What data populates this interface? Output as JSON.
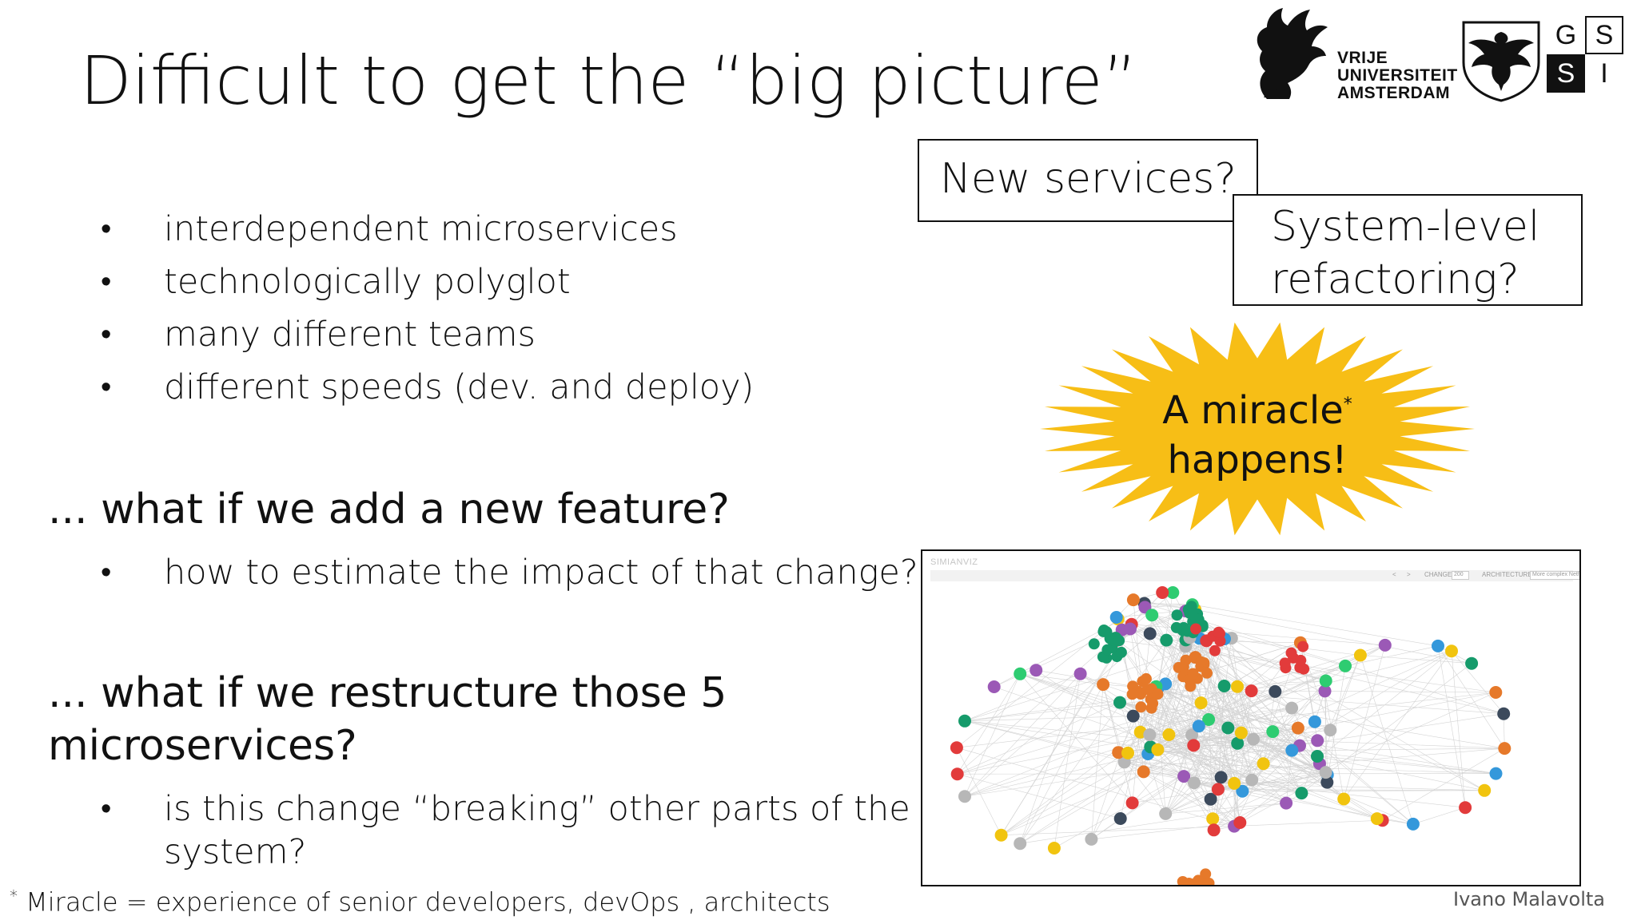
{
  "slide": {
    "title": "Difficult to get the “big picture”"
  },
  "logos": {
    "vu_line1": "VRIJE",
    "vu_line2": "UNIVERSITEIT",
    "vu_line3": "AMSTERDAM",
    "gssi": [
      "G",
      "S",
      "S",
      "I"
    ]
  },
  "bullets": [
    "interdependent microservices",
    "technologically polyglot",
    "many different teams",
    "different speeds (dev. and deploy)"
  ],
  "bullet_symbol": "•",
  "question1": {
    "text": "... what if we add a new feature?",
    "sub": "how to estimate the impact of that change?"
  },
  "question2": {
    "line1": "... what if we restructure those 5",
    "line2": "microservices?",
    "sub_line1": "is this change “breaking” other parts of the",
    "sub_line2": "system?"
  },
  "callouts": {
    "new_services": "New services?",
    "system_level_1": "System-level",
    "system_level_2": "refactoring?",
    "miracle_1": "A miracle",
    "miracle_star": "*",
    "miracle_2": "happens!"
  },
  "burst_color": "#F7BE16",
  "footnote": {
    "star": "*",
    "text": " Miracle = experience of senior developers, devOps , architects"
  },
  "author": "Ivano Malavolta",
  "viz": {
    "brand": "SIMIANVIZ",
    "nav_prev": "<",
    "nav_next": ">",
    "change_label": "CHANGE",
    "change_value": "200",
    "architecture_label": "ARCHITECTURE",
    "architecture_value": "More complex Netflix",
    "node_colors": [
      "#169B6B",
      "#E6792A",
      "#E23B3B",
      "#3C4A5C",
      "#B7B7B7",
      "#2ECC71",
      "#F1C40F",
      "#3498DB",
      "#9B59B6"
    ]
  }
}
